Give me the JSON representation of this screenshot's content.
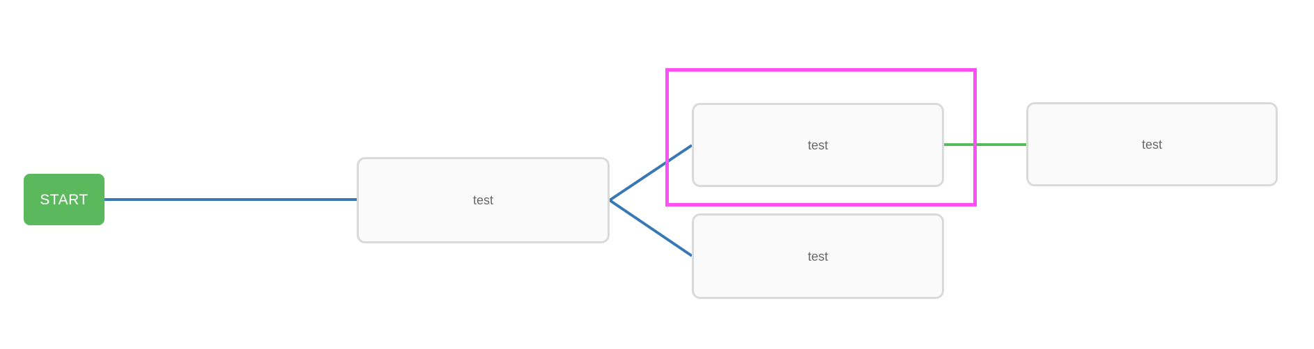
{
  "colors": {
    "edge_blue": "#3878b5",
    "edge_green": "#5cb85c",
    "start_fill": "#5cb85c",
    "start_text": "#ffffff",
    "selection_magenta": "#fa50f5",
    "node_fill": "#fafafa",
    "node_border": "#d9d9d9",
    "node_text": "#666666"
  },
  "start": {
    "label": "START"
  },
  "nodes": [
    {
      "id": "node-1",
      "label": "test"
    },
    {
      "id": "node-2",
      "label": "test",
      "selected": true
    },
    {
      "id": "node-3",
      "label": "test"
    },
    {
      "id": "node-4",
      "label": "test"
    }
  ],
  "edges": [
    {
      "from": "start",
      "to": "node-1",
      "color": "#3878b5"
    },
    {
      "from": "node-1",
      "to": "node-2",
      "color": "#3878b5"
    },
    {
      "from": "node-1",
      "to": "node-3",
      "color": "#3878b5"
    },
    {
      "from": "node-2",
      "to": "node-4",
      "color": "#5cb85c"
    }
  ]
}
